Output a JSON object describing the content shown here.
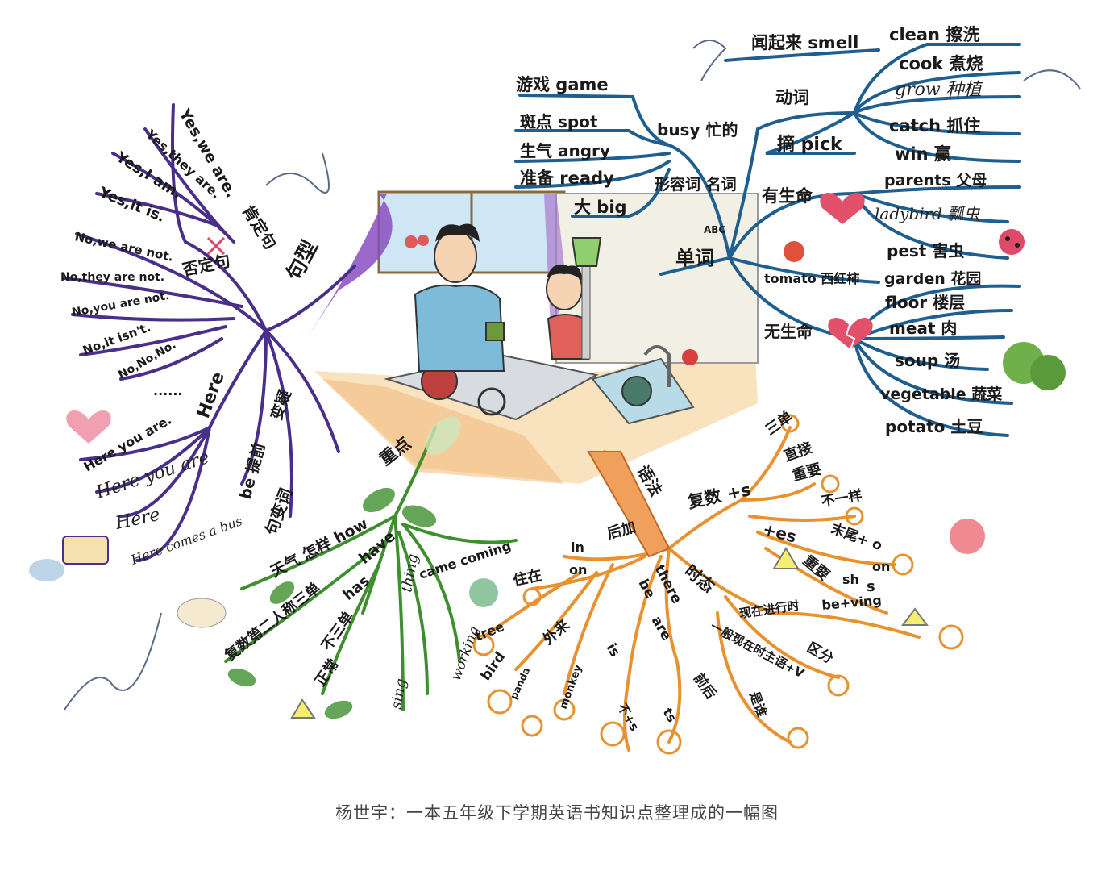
{
  "caption": "杨世宇：一本五年级下学期英语书知识点整理成的一幅图",
  "colors": {
    "sentence_branch": "#4a2f8a",
    "word_branch": "#1f5f8f",
    "key_branch": "#3f8f2f",
    "grammar_branch": "#e8912f"
  },
  "branches": {
    "sentence": {
      "title": "句型",
      "positive": {
        "label": "肯定句",
        "items": [
          "Yes,we are.",
          "Yes,they are.",
          "Yes,I am.",
          "Yes,it is."
        ]
      },
      "negative": {
        "label": "否定句",
        "items": [
          "No,we are not.",
          "No,they are not.",
          "No,you are not.",
          "No,it isn't.",
          "No,No,No.",
          "......"
        ]
      },
      "here": {
        "label": "Here",
        "items": [
          "Here you are.",
          "Here you are",
          "Here",
          "Here comes a bus"
        ]
      },
      "change": {
        "label": "句变词",
        "sub": [
          "be 提前",
          "变疑"
        ]
      }
    },
    "words": {
      "title": "单词",
      "adjective": {
        "label": "形容词 名词",
        "items": [
          "游戏 game",
          "斑点 spot",
          "生气 angry",
          "准备 ready",
          "大 big",
          "busy 忙的"
        ]
      },
      "verb": {
        "label": "动词",
        "items": [
          "闻起来 smell",
          "clean 擦洗",
          "cook 煮烧",
          "grow 种植",
          "catch 抓住",
          "win 赢",
          "摘 pick"
        ]
      },
      "living": {
        "label": "有生命",
        "items": [
          "parents 父母",
          "ladybird 瓢虫",
          "pest 害虫"
        ]
      },
      "tomato": "tomato 西红柿",
      "nonliving": {
        "label": "无生命",
        "items": [
          "garden 花园",
          "floor 楼层",
          "meat 肉",
          "soup 汤",
          "vegetable 蔬菜",
          "potato 土豆"
        ]
      },
      "abc": "ABC"
    },
    "key": {
      "title": "重点",
      "items": [
        "天气 怎样 how",
        "have",
        "has",
        "复数第二人称三单",
        "不三单",
        "正常",
        "came coming",
        "thing",
        "sing",
        "working"
      ]
    },
    "grammar": {
      "title": "语法",
      "plural": {
        "label": "复数 +s",
        "items": [
          "三单",
          "直接",
          "重要",
          "不一样",
          "末尾+ o",
          "+es",
          "on",
          "重要",
          "sh",
          "s"
        ]
      },
      "tense": {
        "label": "时态",
        "items": [
          "现在进行时",
          "be+ving",
          "一般现在时主语+V",
          "区分",
          "前后",
          "是谁"
        ]
      },
      "there": {
        "label": "there",
        "items": [
          "be",
          "are",
          "is",
          "不+s",
          "ts"
        ]
      },
      "after": {
        "label": "后加",
        "items": [
          "in",
          "on",
          "住在",
          "外来",
          "tree",
          "bird",
          "panda",
          "monkey"
        ]
      }
    }
  }
}
